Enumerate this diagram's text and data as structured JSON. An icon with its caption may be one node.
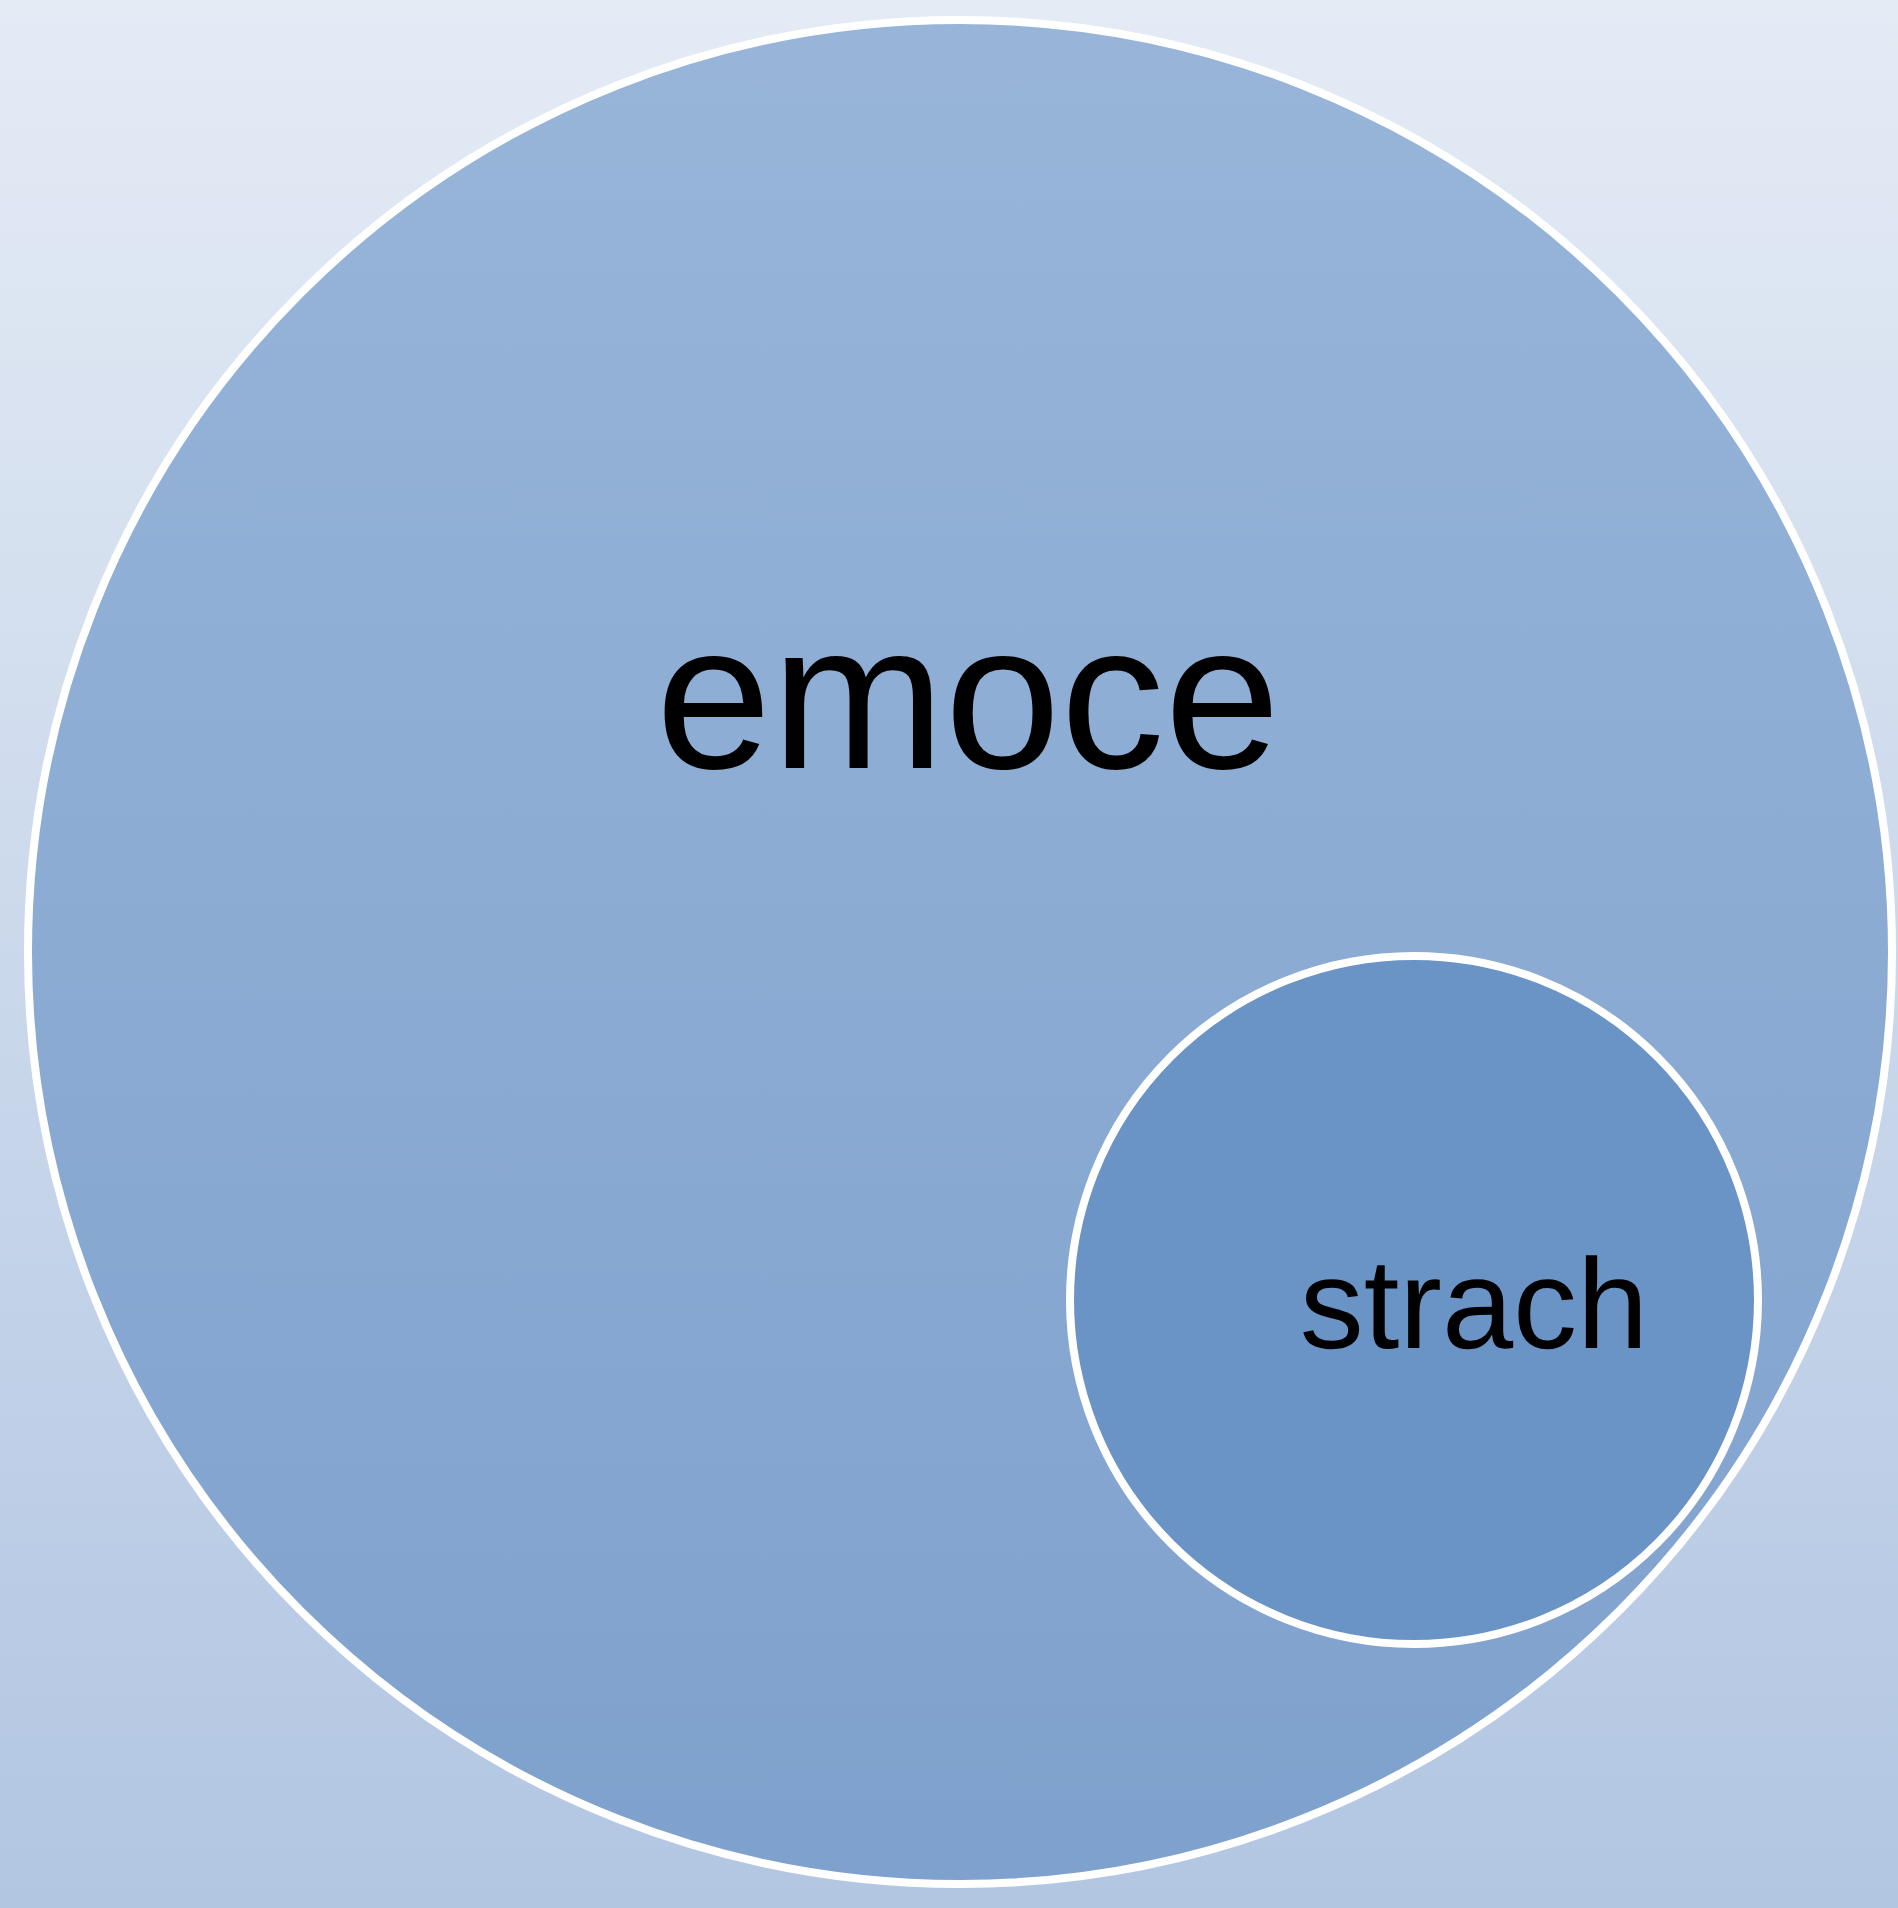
{
  "diagram": {
    "nodes": [
      {
        "text": [
          "emoce"
        ]
      },
      {
        "text": [
          "strach"
        ],
        "in": 0
      }
    ]
  }
}
